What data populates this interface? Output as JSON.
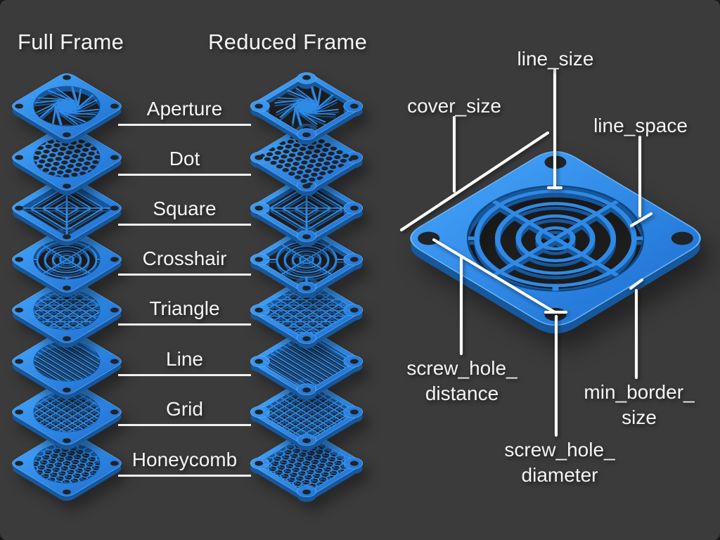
{
  "titles": {
    "full_frame": "Full Frame",
    "reduced_frame": "Reduced Frame"
  },
  "patterns": [
    {
      "label": "Aperture",
      "type": "aperture"
    },
    {
      "label": "Dot",
      "type": "dot"
    },
    {
      "label": "Square",
      "type": "square"
    },
    {
      "label": "Crosshair",
      "type": "crosshair"
    },
    {
      "label": "Triangle",
      "type": "triangle"
    },
    {
      "label": "Line",
      "type": "line"
    },
    {
      "label": "Grid",
      "type": "grid"
    },
    {
      "label": "Honeycomb",
      "type": "honeycomb"
    }
  ],
  "annotations": [
    {
      "id": "line_size",
      "label": "line_size"
    },
    {
      "id": "cover_size",
      "label": "cover_size"
    },
    {
      "id": "line_space",
      "label": "line_space"
    },
    {
      "id": "screw_hole_distance",
      "label": "screw_hole_\ndistance"
    },
    {
      "id": "min_border_size",
      "label": "min_border_\nsize"
    },
    {
      "id": "screw_hole_diameter",
      "label": "screw_hole_\ndiameter"
    }
  ],
  "colors": {
    "background": "#3b3b3b",
    "plate_light": "#3e9bf2",
    "plate_dark": "#2478d8",
    "pattern_blue": "#2f8ae6",
    "extrude_blue": "#17589d",
    "under_blue": "#10457f",
    "hole": "#202328",
    "label_white": "#f4f4f4",
    "line_white": "#fafafa"
  }
}
